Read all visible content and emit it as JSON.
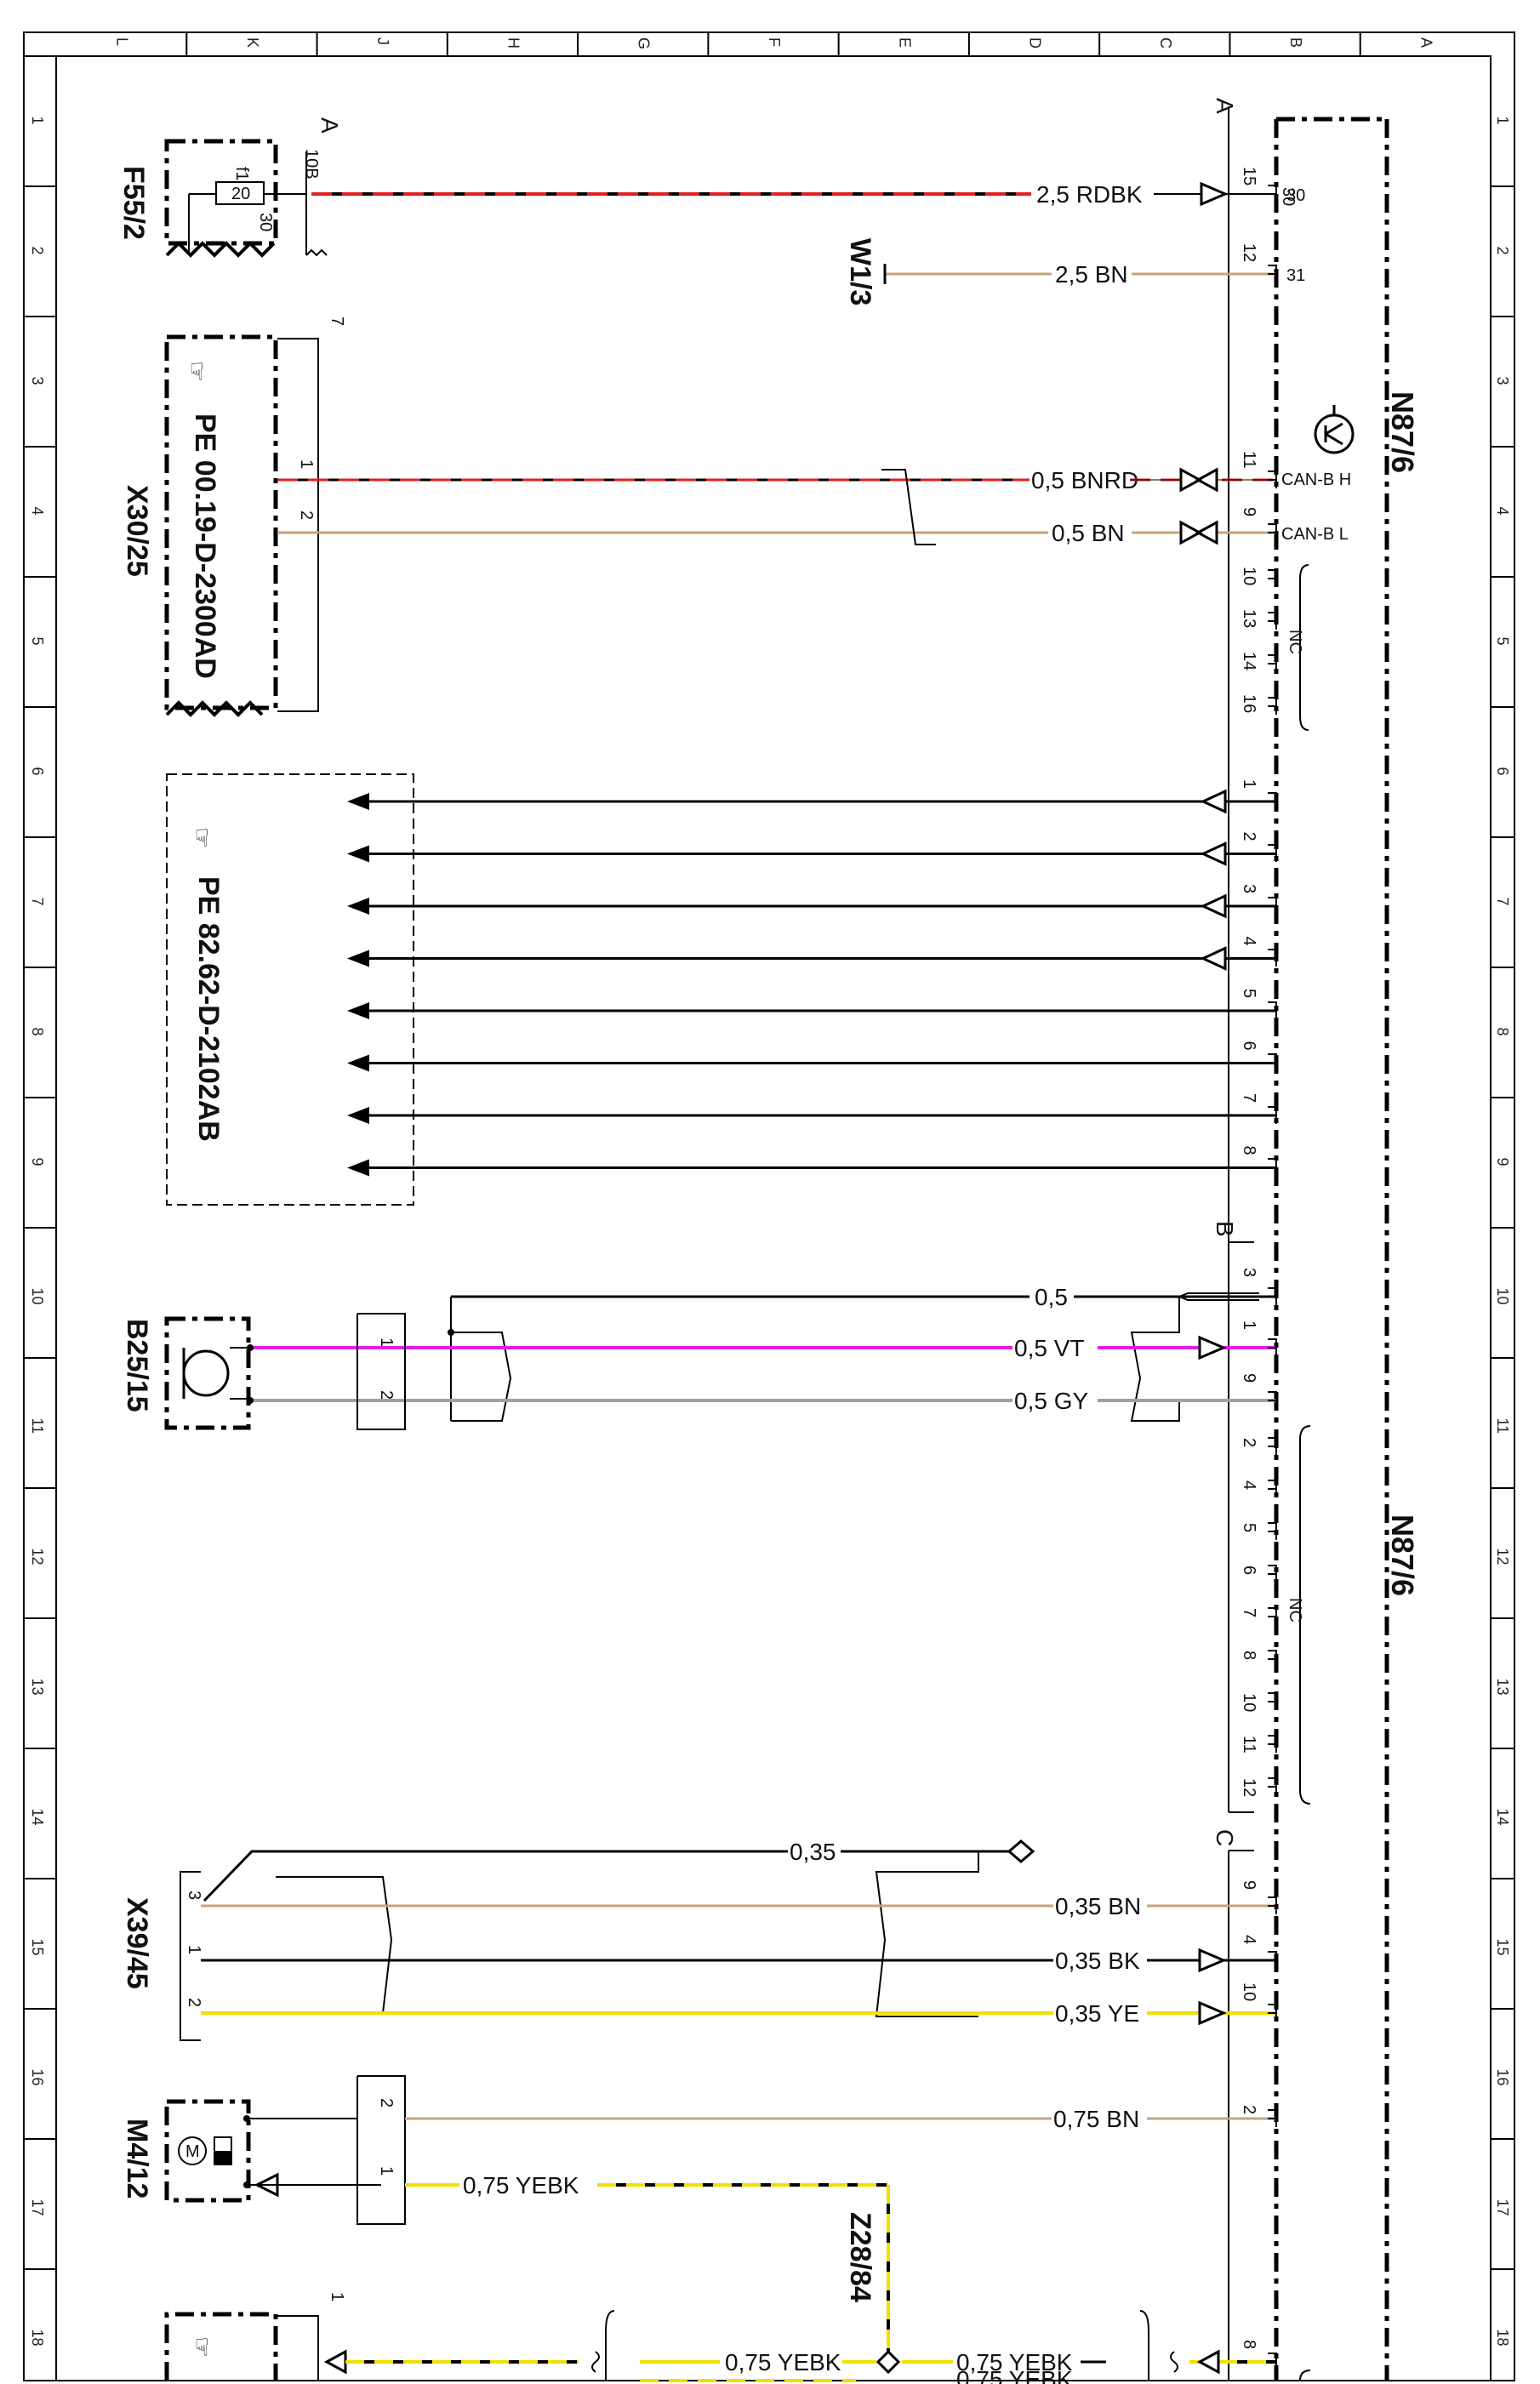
{
  "grid": {
    "top_columns": [
      "L",
      "K",
      "J",
      "H",
      "G",
      "F",
      "E",
      "D",
      "C",
      "B",
      "A"
    ],
    "side_rows": [
      "1",
      "2",
      "3",
      "4",
      "5",
      "6",
      "7",
      "8",
      "9",
      "10",
      "11",
      "12",
      "13",
      "14",
      "15",
      "16",
      "17",
      "18"
    ]
  },
  "components": {
    "n87_6_top": "N87/6",
    "n87_6_mid": "N87/6",
    "f55_2": "F55/2",
    "f55_2_fuse": "20",
    "f55_2_pin_f1": "f1",
    "f55_2_pin_30": "30",
    "f55_2_pin_10b": "10B",
    "f55_2_pin_a": "A",
    "w1_3": "W1/3",
    "x30_25": "X30/25",
    "x30_25_ref": "PE 00.19-D-2300AD",
    "x30_25_pin_7": "7",
    "block_ref": "PE 82.62-D-2102AB",
    "b25_15": "B25/15",
    "x39_45": "X39/45",
    "m4_12": "M4/12",
    "m4_12_motor": "M",
    "z28_84": "Z28/84",
    "pe_bottom_pin": "1",
    "connector_a": "A",
    "connector_b": "B",
    "connector_c": "C",
    "nc_top": "NC",
    "nc_mid": "NC"
  },
  "wires": {
    "w_rdbk": "2,5  RDBK",
    "w_bn_25": "2,5  BN",
    "w_bnrd": "0,5  BNRD",
    "w_bn_05": "0,5  BN",
    "w_05": "0,5",
    "w_vt": "0,5  VT",
    "w_gy": "0,5  GY",
    "w_035": "0,35",
    "w_035_bn": "0,35  BN",
    "w_035_bk": "0,35  BK",
    "w_035_ye": "0,35  YE",
    "w_075_bn": "0,75  BN",
    "w_075_yebk_1": "0,75  YEBK",
    "w_075_yebk_2": "0,75  YEBK",
    "w_075_yebk_3": "0,75  YEBK",
    "w_075_yebk_4": "0,75  YEBK"
  },
  "pins": {
    "a15": "15",
    "a12": "12",
    "a11": "11",
    "a9": "9",
    "a10": "10",
    "a13": "13",
    "a14": "14",
    "a16": "16",
    "s30": "30",
    "s31": "31",
    "canh": "CAN-B H",
    "canl": "CAN-B L",
    "p1": "1",
    "p2": "2",
    "p3": "3",
    "p4": "4",
    "p5": "5",
    "p6": "6",
    "p7": "7",
    "p8": "8",
    "b3": "3",
    "b1": "1",
    "b9": "9",
    "bn2": "2",
    "bn4": "4",
    "bn5": "5",
    "bn6": "6",
    "bn7": "7",
    "bn8": "8",
    "bn10": "10",
    "bn11": "11",
    "bn12": "12",
    "c9": "9",
    "c4": "4",
    "c10": "10",
    "c2": "2",
    "c8": "8",
    "x30_1": "1",
    "x30_2": "2",
    "b25_1": "1",
    "b25_2": "2",
    "x39_3": "3",
    "x39_1": "1",
    "x39_2": "2",
    "m4_2": "2",
    "m4_1": "1"
  },
  "colors": {
    "rdbk": "#e02020",
    "bn": "#c8a27c",
    "vt": "#e020e0",
    "gy": "#a0a0a0",
    "ye": "#f0e000",
    "bk": "#000000"
  }
}
